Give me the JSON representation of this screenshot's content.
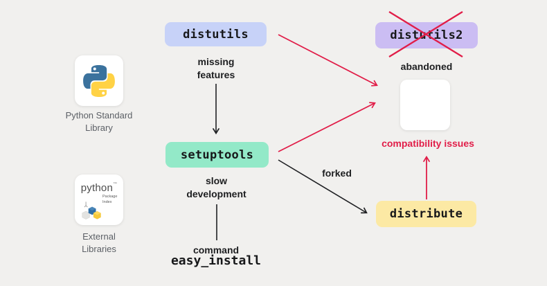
{
  "colors": {
    "background": "#f1f0ee",
    "accent_red": "#e11d48",
    "node_distutils_bg": "#c7d2f8",
    "node_distutils2_bg": "#cbbdf3",
    "node_setuptools_bg": "#93e9c8",
    "node_distribute_bg": "#fce9a4",
    "python_logo_blue": "#3b729d",
    "python_logo_yellow": "#ffd245",
    "card_label_gray": "#5c6066",
    "text_black": "#1d1e20"
  },
  "cards": {
    "python_standard": {
      "icon": "python-logo-icon",
      "label": "Python Standard Library"
    },
    "external": {
      "icon": "pypi-logo-icon",
      "logo_word": "python",
      "logo_tm": "™",
      "logo_sub": "Package Index",
      "label": "External Libraries"
    },
    "blank_square": {
      "icon": "blank-card"
    }
  },
  "nodes": {
    "distutils": {
      "label": "distutils"
    },
    "distutils2": {
      "label": "distutils2",
      "crossed_out": true
    },
    "setuptools": {
      "label": "setuptools"
    },
    "distribute": {
      "label": "distribute"
    }
  },
  "annotations": {
    "missing_features": "missing features",
    "abandoned": "abandoned",
    "compatibility_issues": "compatibility issues",
    "forked": "forked",
    "slow_development": "slow development",
    "command": "command",
    "easy_install": "easy_install"
  },
  "edges": [
    {
      "from": "distutils",
      "to": "setuptools",
      "label": "missing features",
      "color": "black",
      "arrow": true
    },
    {
      "from": "distutils",
      "to": "compatibility-issues",
      "label": "",
      "color": "red",
      "arrow": true
    },
    {
      "from": "setuptools",
      "to": "compatibility-issues",
      "label": "",
      "color": "red",
      "arrow": true
    },
    {
      "from": "setuptools",
      "to": "distribute",
      "label": "forked",
      "color": "black",
      "arrow": true
    },
    {
      "from": "setuptools",
      "to": "easy_install",
      "label": "command",
      "color": "black",
      "arrow": false
    },
    {
      "from": "distribute",
      "to": "compatibility-issues",
      "label": "",
      "color": "red",
      "arrow": true
    },
    {
      "from": "cross-out",
      "to": "distutils2",
      "label": "abandoned",
      "color": "red",
      "arrow": false
    }
  ]
}
